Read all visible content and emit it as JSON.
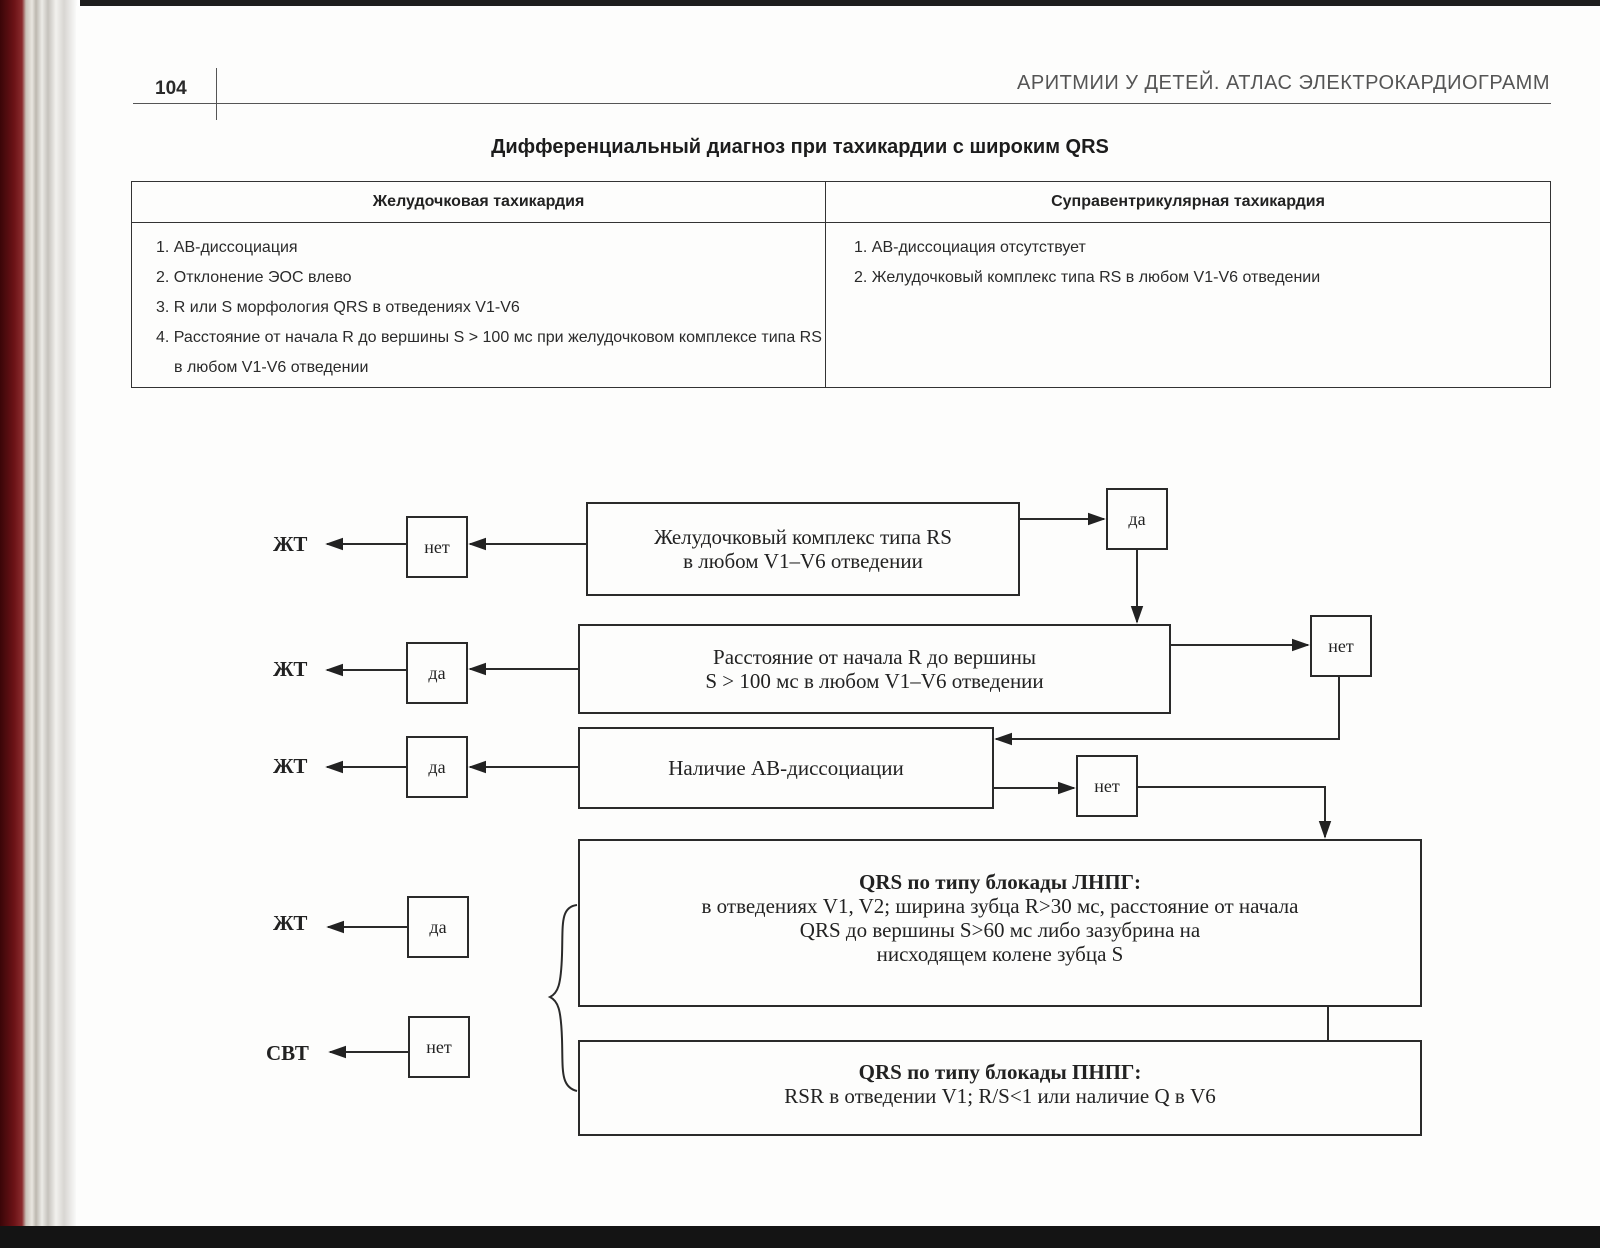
{
  "header": {
    "page_number": "104",
    "running_title": "АРИТМИИ У ДЕТЕЙ.  АТЛАС ЭЛЕКТРОКАРДИОГРАММ"
  },
  "title": "Дифференциальный диагноз при тахикардии с широким QRS",
  "table": {
    "left": {
      "heading": "Желудочковая тахикардия",
      "items": [
        "1. АВ-диссоциация",
        "2. Отклонение ЭОС влево",
        "3. R или S морфология QRS в отведениях V1-V6",
        "4. Расстояние от начала R до вершины S > 100 мс при желудочковом комплексе типа RS в любом V1-V6 отведении"
      ]
    },
    "right": {
      "heading": "Суправентрикулярная тахикардия",
      "items": [
        "1. АВ-диссоциация отсутствует",
        "2. Желудочковый комплекс типа RS в любом V1-V6 отведении"
      ]
    }
  },
  "flowchart": {
    "step1": {
      "line1": "Желудочковый комплекс типа RS",
      "line2": "в любом V1–V6 отведении",
      "no_label": "нет",
      "yes_label": "да",
      "outcome": "ЖТ"
    },
    "step2": {
      "line1": "Расстояние от начала R до вершины",
      "line2": "S > 100 мс в любом V1–V6 отведении",
      "yes_label": "да",
      "no_label": "нет",
      "outcome": "ЖТ"
    },
    "step3": {
      "text": "Наличие АВ-диссоциации",
      "yes_label": "да",
      "no_label": "нет",
      "outcome": "ЖТ"
    },
    "step4a": {
      "title": "QRS по типу блокады ЛНПГ:",
      "line1": "в отведениях V1, V2; ширина зубца R>30 мс, расстояние от начала",
      "line2": "QRS до вершины S>60 мс либо зазубрина на",
      "line3": "нисходящем колене зубца S",
      "yes_label": "да",
      "outcome": "ЖТ"
    },
    "step4b": {
      "title": "QRS по типу блокады ПНПГ:",
      "line1": "RSR в отведении V1; R/S<1 или наличие Q в V6",
      "no_label": "нет",
      "outcome": "СВТ"
    }
  }
}
